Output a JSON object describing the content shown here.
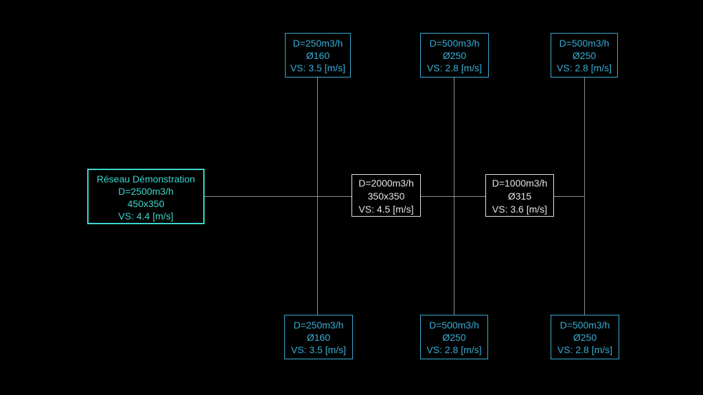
{
  "colors": {
    "background": "#000000",
    "root-color": "#3bd6cd",
    "terminal-color": "#38aed6",
    "segment-color": "#e4e4e4",
    "line-color": "#8f8f8f"
  },
  "root_box": {
    "title": "Réseau Démonstration",
    "flow": "D=2500m3/h",
    "dimension": "450x350",
    "velocity": "VS: 4.4 [m/s]"
  },
  "segment_boxes": [
    {
      "flow": "D=2000m3/h",
      "dimension": "350x350",
      "velocity": "VS: 4.5 [m/s]"
    },
    {
      "flow": "D=1000m3/h",
      "dimension": "Ø315",
      "velocity": "VS: 3.6 [m/s]"
    }
  ],
  "top_terminals": [
    {
      "flow": "D=250m3/h",
      "dimension": "Ø160",
      "velocity": "VS: 3.5 [m/s]"
    },
    {
      "flow": "D=500m3/h",
      "dimension": "Ø250",
      "velocity": "VS: 2.8 [m/s]"
    },
    {
      "flow": "D=500m3/h",
      "dimension": "Ø250",
      "velocity": "VS: 2.8 [m/s]"
    }
  ],
  "bottom_terminals": [
    {
      "flow": "D=250m3/h",
      "dimension": "Ø160",
      "velocity": "VS: 3.5 [m/s]"
    },
    {
      "flow": "D=500m3/h",
      "dimension": "Ø250",
      "velocity": "VS: 2.8 [m/s]"
    },
    {
      "flow": "D=500m3/h",
      "dimension": "Ø250",
      "velocity": "VS: 2.8 [m/s]"
    }
  ]
}
